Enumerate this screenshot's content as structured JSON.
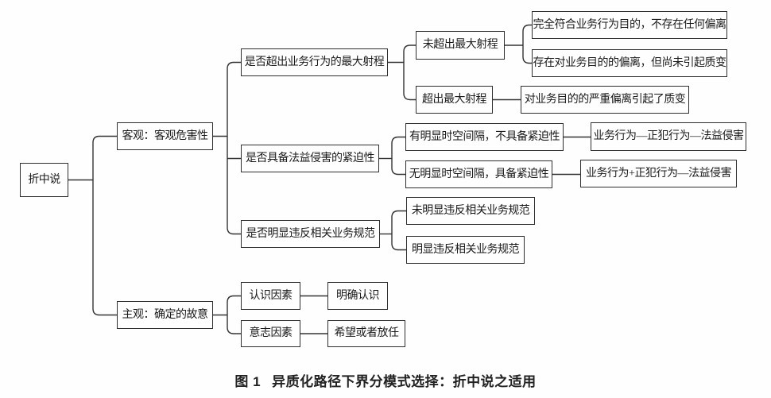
{
  "figure": {
    "caption": {
      "label": "图 1",
      "title": "异质化路径下界分模式选择：折中说之适用"
    },
    "nodes": {
      "root": "折中说",
      "objective": "客观：客观危害性",
      "subjective": "主观：确定的故意",
      "range_question": "是否超出业务行为的最大射程",
      "urgency_question": "是否具备法益侵害的紧迫性",
      "norm_question": "是否明显违反相关业务规范",
      "within_range": "未超出最大射程",
      "beyond_range": "超出最大射程",
      "full_conformity": "完全符合业务行为目的，不存在任何偏离",
      "deviation_no_change": "存在对业务目的的偏离，但尚未引起质变",
      "severe_deviation": "对业务目的的严重偏离引起了质变",
      "gap_present": "有明显时空间隔，不具备紧迫性",
      "gap_absent": "无明显时空间隔，具备紧迫性",
      "chain_separate": "业务行为—正犯行为—法益侵害",
      "chain_combined": "业务行为+正犯行为—法益侵害",
      "norm_not_violated": "未明显违反相关业务规范",
      "norm_violated": "明显违反相关业务规范",
      "cognition_factor": "认识因素",
      "clear_cognition": "明确认识",
      "will_factor": "意志因素",
      "hope_or_allow": "希望或者放任"
    },
    "colors": {
      "line": "#333333",
      "border": "#2e2e2e",
      "background": "#fefefe",
      "text": "#1a1a1a"
    }
  }
}
